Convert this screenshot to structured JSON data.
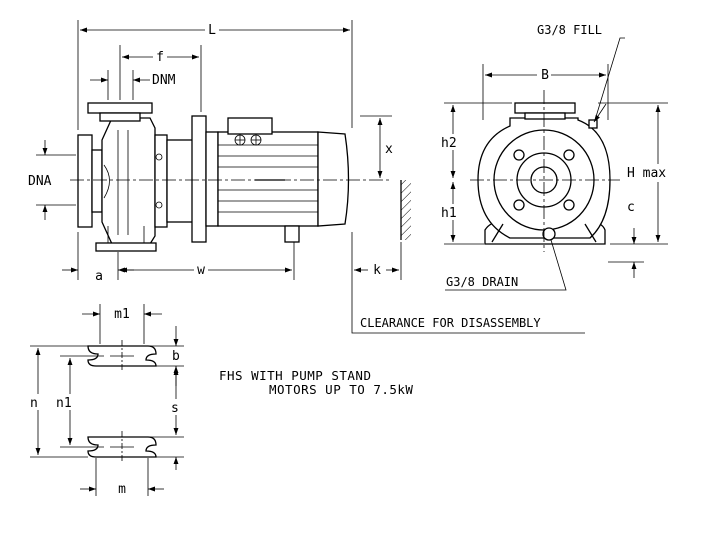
{
  "labels": {
    "L": "L",
    "f": "f",
    "DNM": "DNM",
    "DNA": "DNA",
    "a": "a",
    "w": "w",
    "x": "x",
    "k": "k",
    "B": "B",
    "h2": "h2",
    "h1": "h1",
    "Hmax": "H max",
    "c": "c",
    "fill": "G3/8  FILL",
    "drain": "G3/8  DRAIN",
    "clearance": "CLEARANCE FOR DISASSEMBLY",
    "m1": "m1",
    "b": "b",
    "n": "n",
    "n1": "n1",
    "s": "s",
    "m": "m"
  },
  "note": {
    "line1": "FHS  WITH PUMP STAND",
    "line2": "MOTORS UP TO 7.5kW"
  }
}
